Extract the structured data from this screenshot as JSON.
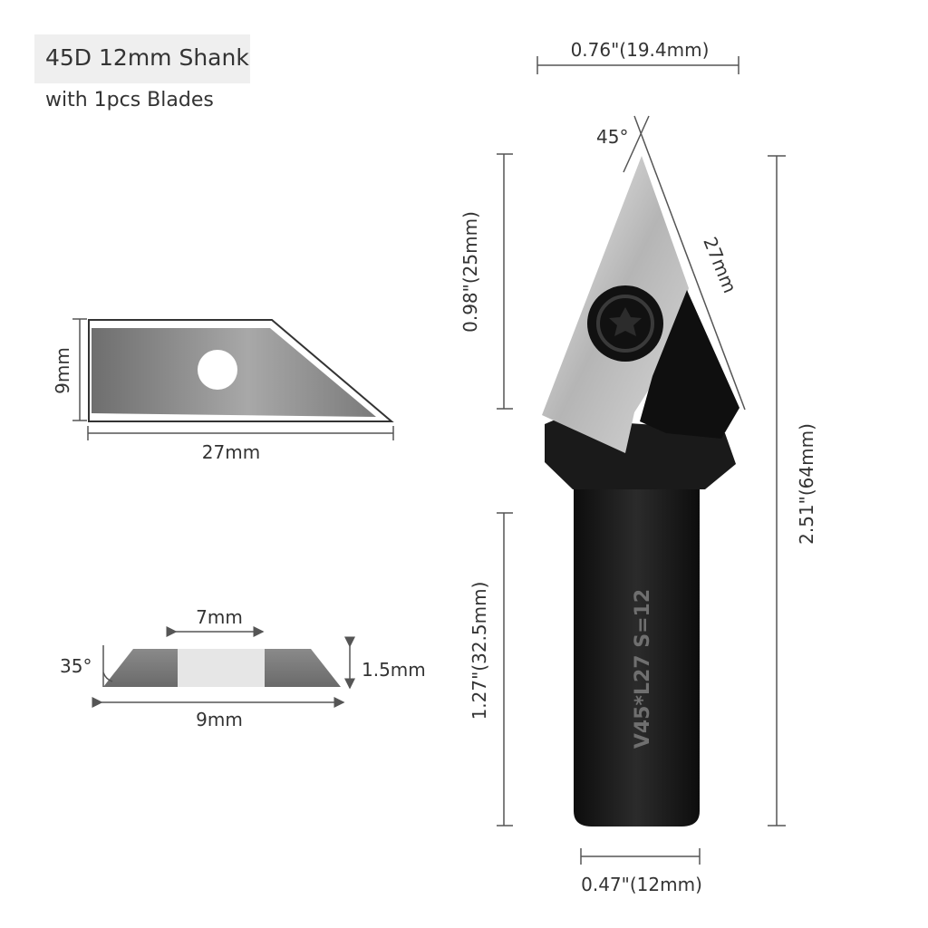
{
  "header": {
    "title": "45D 12mm Shank",
    "subtitle": "with 1pcs Blades"
  },
  "blade_side": {
    "height_label": "9mm",
    "length_label": "27mm"
  },
  "blade_profile": {
    "angle_label": "35°",
    "flat_width_label": "7mm",
    "thickness_label": "1.5mm",
    "width_label": "9mm"
  },
  "tool": {
    "top_width_label": "0.76\"(19.4mm)",
    "tip_angle_label": "45°",
    "edge_length_label": "27mm",
    "head_height_label": "0.98\"(25mm)",
    "total_length_label": "2.51\"(64mm)",
    "shank_length_label": "1.27\"(32.5mm)",
    "shank_diameter_label": "0.47\"(12mm)",
    "engraving": "V45*L27  S=12"
  }
}
